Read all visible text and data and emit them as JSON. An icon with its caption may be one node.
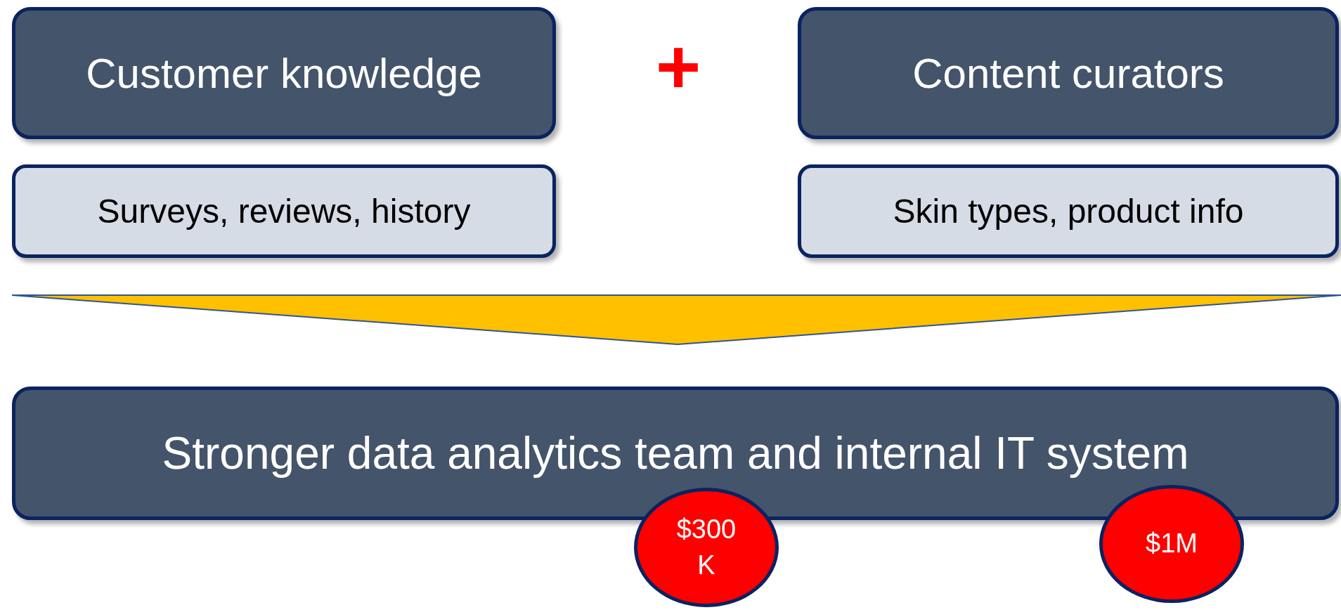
{
  "diagram": {
    "nodes": [
      {
        "text": [
          "Customer knowledge"
        ]
      },
      {
        "text": [
          "Content curators"
        ]
      },
      {
        "text": [
          "Surveys, reviews, history"
        ]
      },
      {
        "text": [
          "Skin types, product info"
        ]
      },
      {
        "text": [],
        "shape": "triangle"
      },
      {
        "text": [
          "Stronger data analytics team and internal IT system"
        ]
      },
      {
        "text": [
          "$300 K"
        ]
      },
      {
        "text": [
          "$1M"
        ]
      }
    ],
    "edges": [],
    "labels": [
      "+"
    ]
  }
}
